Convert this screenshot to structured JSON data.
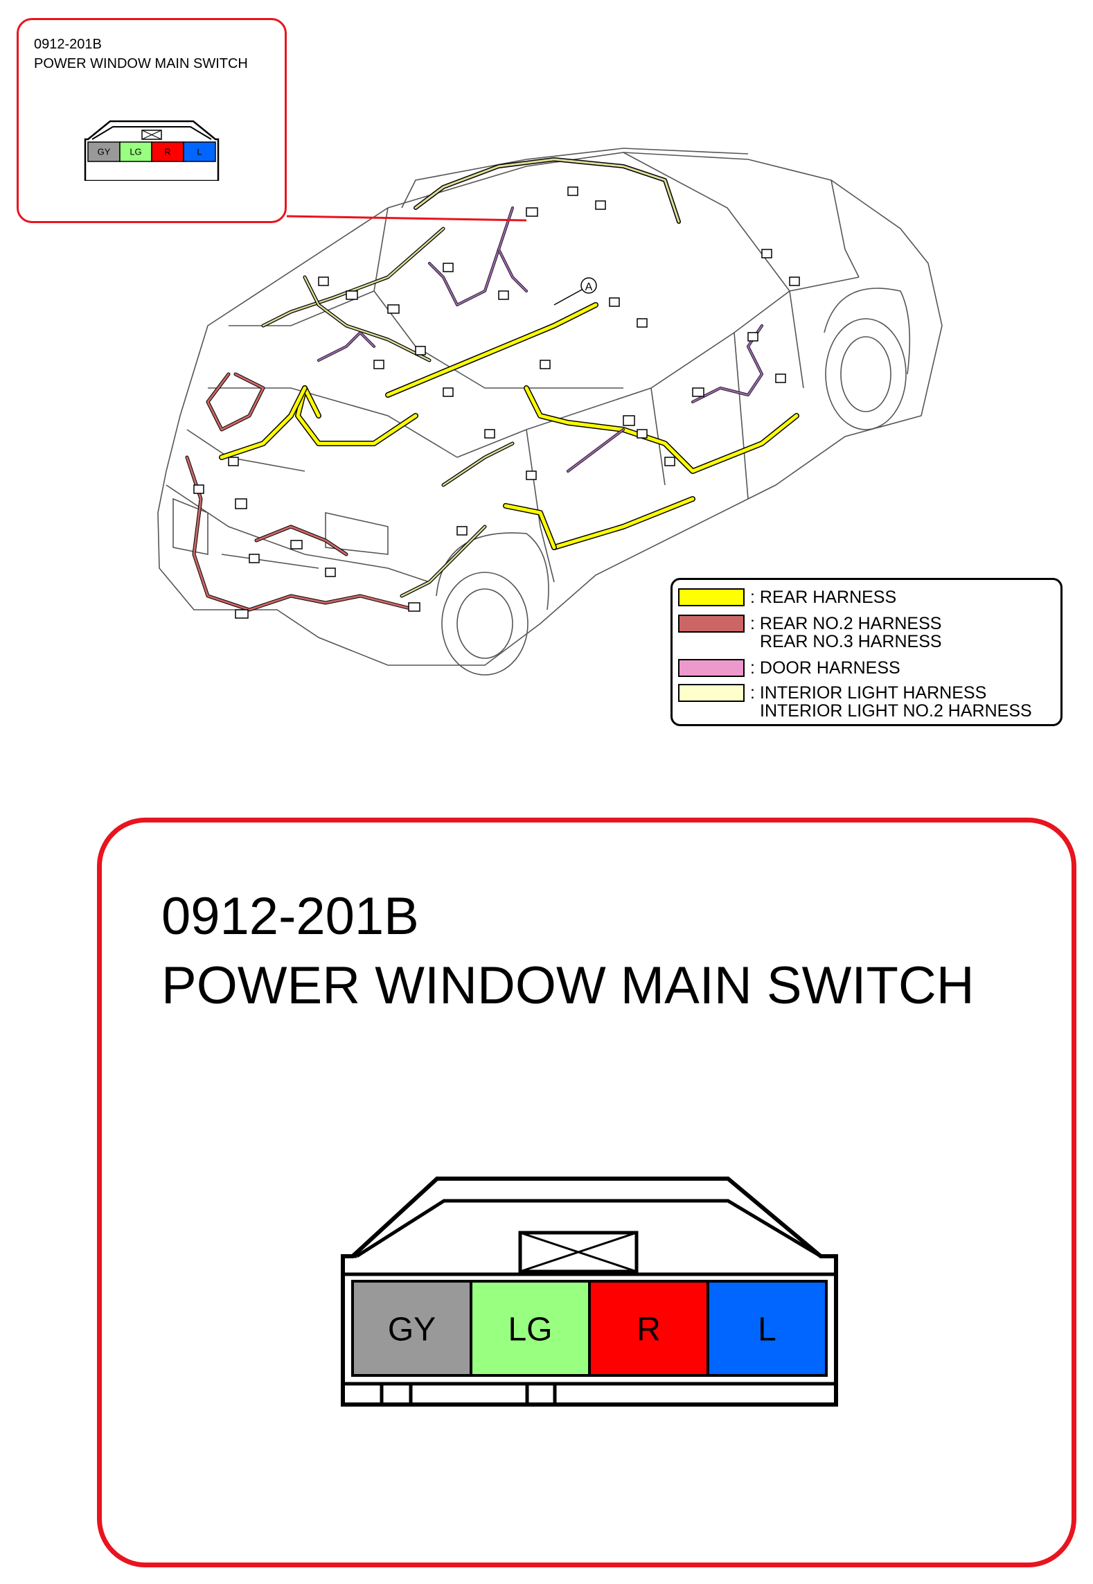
{
  "connector": {
    "code": "0912-201B",
    "name": "POWER WINDOW MAIN SWITCH",
    "pins": [
      {
        "label": "GY",
        "color": "#999999"
      },
      {
        "label": "LG",
        "color": "#99ff80"
      },
      {
        "label": "R",
        "color": "#ff0000"
      },
      {
        "label": "L",
        "color": "#0066ff"
      }
    ]
  },
  "callout_marker": "A",
  "legend": [
    {
      "color": "#ffff00",
      "lines": [
        ": REAR HARNESS"
      ]
    },
    {
      "color": "#cc6666",
      "lines": [
        ": REAR NO.2 HARNESS",
        "REAR NO.3 HARNESS"
      ]
    },
    {
      "color": "#ee99cc",
      "lines": [
        ": DOOR HARNESS"
      ]
    },
    {
      "color": "#ffffcc",
      "lines": [
        ": INTERIOR LIGHT HARNESS",
        "INTERIOR LIGHT NO.2 HARNESS"
      ]
    }
  ],
  "colors": {
    "callout_border": "#e8141e",
    "rear_harness": "#ffff00",
    "rear_no2_harness": "#cc6666",
    "door_harness": "#9966aa",
    "interior_light_harness": "#dddd99"
  }
}
